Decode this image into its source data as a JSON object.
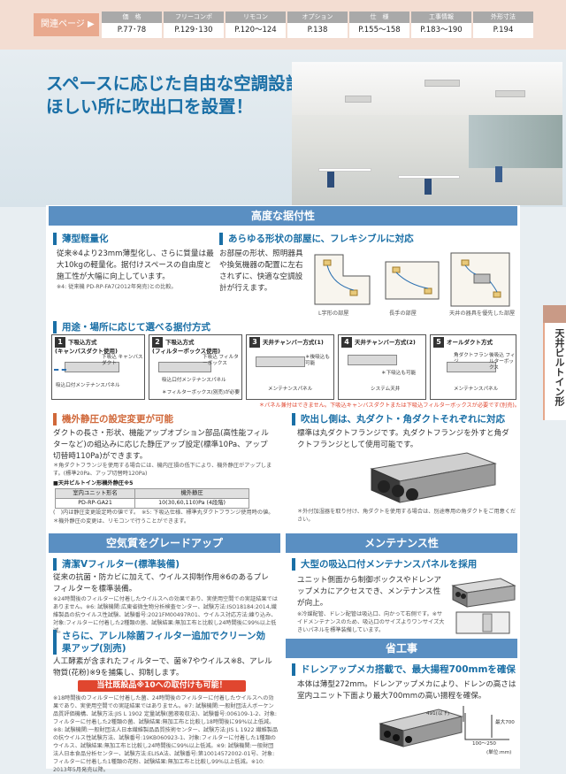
{
  "nav": {
    "label": "関連ページ ▶",
    "columns": [
      {
        "head": "価　格",
        "value": "P.77･78"
      },
      {
        "head": "フリーコンポ",
        "value": "P.129･130"
      },
      {
        "head": "リモコン",
        "value": "P.120～124"
      },
      {
        "head": "オプション",
        "value": "P.138"
      },
      {
        "head": "仕　様",
        "value": "P.155～158"
      },
      {
        "head": "工事情報",
        "value": "P.183～190"
      },
      {
        "head": "外形寸法",
        "value": "P.194"
      }
    ]
  },
  "hero": {
    "line1": "スペースに応じた自由な空調設計。",
    "line2": "ほしい所に吹出口を設置！"
  },
  "side_tab": "天井ビルトイン形",
  "install": {
    "bar": "高度な据付性",
    "thin": {
      "title": "薄型軽量化",
      "body": "従来※4より23mm薄型化し、さらに質量は最大10kgの軽量化。据付けスペースの自由度と施工性が大幅に向上しています。",
      "note": "※4: 従来機 PD-RP-FA7(2012年発売)との比較。"
    },
    "flex": {
      "title": "あらゆる形状の部屋に、フレキシブルに対応",
      "body": "お部屋の形状、照明器具や換気機器の配置に左右されずに、快適な空調設計が行えます。",
      "rooms": [
        "L字形の部屋",
        "長手の部屋",
        "天井の器具を優先した部屋"
      ]
    },
    "methods": {
      "title": "用途・場所に応じて選べる据付方式",
      "steps": [
        {
          "no": "1",
          "name": "下吸込方式",
          "sub": "(キャンバスダクト使用)",
          "labels": [
            "下吸込 キャンバスダクト",
            "吸込口付メンテナンスパネル"
          ]
        },
        {
          "no": "2",
          "name": "下吸込方式",
          "sub": "(フィルターボックス使用)",
          "labels": [
            "下吸込 フィルターボックス",
            "吸込口付メンテナンスパネル",
            "＊フィルターボックス(別売)が必要"
          ]
        },
        {
          "no": "3",
          "name": "天井チャンバー方式(1)",
          "sub": "",
          "labels": [
            "＊後吸込も可能",
            "メンテナンスパネル"
          ]
        },
        {
          "no": "4",
          "name": "天井チャンバー方式(2)",
          "sub": "",
          "labels": [
            "＊下吸込も可能",
            "システム天井"
          ]
        },
        {
          "no": "5",
          "name": "オールダクト方式",
          "sub": "",
          "labels": [
            "角ダクトフランジ",
            "後吸込 フィルターボックス",
            "メンテナンスパネル"
          ]
        }
      ],
      "note": "＊パネル兼付はできません。下吸込キャンバスダクトまたは下吸込フィルターボックスが必要です(別売)。"
    },
    "pressure": {
      "title": "機外静圧の設定変更が可能",
      "body": "ダクトの長さ・形状、機能アップオプション部品(高性能フィルターなど)の組込みに応じた静圧アップ設定(標準10Pa、アップ切替時110Pa)ができます。",
      "note1": "＊角ダクトフランジを使用する場合には、機内圧損の低下により、機外静圧がアップします。(標準20Pa、アップ切替時120Pa)",
      "table_title": "■天井ビルトイン形機外静圧※5",
      "table_head": [
        "室内ユニット形名",
        "機外静圧"
      ],
      "table_row": [
        "PD-RP-GA21",
        "10(30,60,110)Pa (4段階)"
      ],
      "note2": "(　)内は静圧変更設定時の値です。　※5: 下吸込仕様、標準丸ダクトフランジ使用時の値。",
      "note3": "＊機外静圧の変更は、リモコンで行うことができます。"
    },
    "outlet": {
      "title": "吹出し側は、丸ダクト・角ダクトそれぞれに対応",
      "body": "標準は丸ダクトフランジです。丸ダクトフランジを外すと角ダクトフランジとして使用可能です。",
      "note": "＊外付加湿器を取り付け、角ダクトを使用する場合は、別途専用の角ダクトをご用意ください。"
    }
  },
  "air": {
    "bar": "空気質をグレードアップ",
    "filter": {
      "title": "清潔Vフィルター(標準装備)",
      "body": "従来の抗菌・防カビに加えて、ウイルス抑制作用※6のあるプレフィルターを標準装備。",
      "note": "※24時間後のフィルターに付着したウイルスへの効果であり、実使用空間での実証結果ではありません。※6: 試験機関:広東省微生物分析検査センター、試験方法:ISO18184:2014,繊維製品の抗ウイルス性試験、試験番号:2021FM00497R01、ウイルス対応方法:練り込み、対象:フィルターに付着した2種類の菌、試験結果:無加工布と比較し24時間後に99%以上低減。"
    },
    "allergy": {
      "title": "さらに、アレル除菌フィルター追加でクリーン効果アップ(別売)",
      "body": "人工酵素が含まれたフィルターで、菌※7やウイルス※8、アレル物質(花粉)※9を捕集し、抑制します。",
      "pill": "当社既設品※10への取付けも可能！",
      "note": "※18時間後のフィルターに付着した菌、24時間後のフィルターに付着したウイルスへの効果であり、実使用空間での実証結果ではありません。※7: 試験機関:一般財団法人ボーケン品質評価機構、試験方法:JIS L 1902 定量試験(菌液吸収法)、試験番号:006109-1-2、対象:フィルターに付着した2種類の菌、試験結果:無加工布と比較し18時間後に99%以上低減。※8: 試験機関:一般財団法人日本繊維製品品質技術センター、試験方法:JIS L 1922 繊維製品の抗ウイルス性試験方法、試験番号:19KB060923-1、対象:フィルターに付着した1種類のウイルス、試験結果:無加工布と比較し24時間後に99%以上低減。※9: 試験機関:一般財団法人日本食品分析センター、試験方法:ELISA法、試験番号:第10014572002-01号、対象:フィルターに付着した1種類の花粉、試験結果:無加工布と比較し99%以上低減。※10: 2013年5月発売以降。"
    }
  },
  "maint": {
    "bar": "メンテナンス性",
    "title": "大型の吸込口付メンテナンスパネルを採用",
    "body": "ユニット側面から制御ボックスやドレンアップメカにアクセスでき、メンテナンス性が向上。",
    "note": "※冷媒配管、ドレン配管は吸込口、向かって右側です。※サイドメンテナンスのため、吸込口のサイズよりワンサイズ大きいパネルを標準装備しています。"
  },
  "work": {
    "bar": "省工事",
    "title": "ドレンアップメカ搭載で、最大揚程700mmを確保",
    "body": "本体は薄型272mm。ドレンアップメカにより、ドレンの高さは室内ユニット下面より最大700mmの高い揚程を確保。",
    "dims": [
      "491(以下)",
      "最大700",
      "100～250",
      "(単位:mm)"
    ]
  }
}
